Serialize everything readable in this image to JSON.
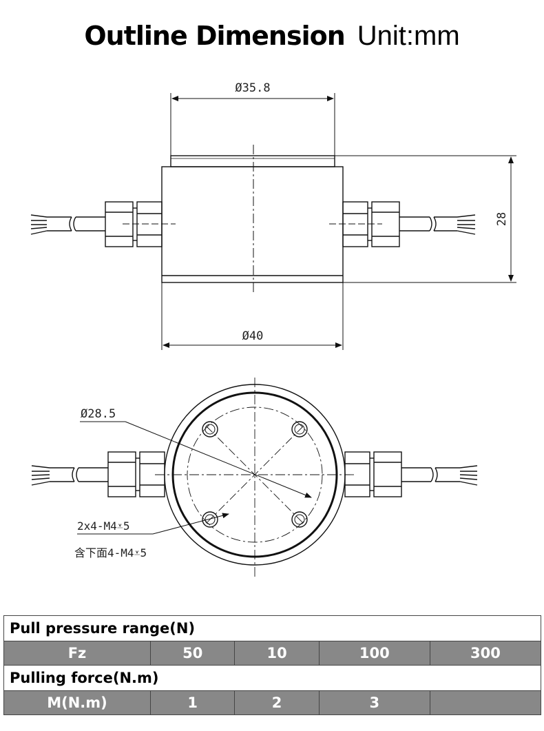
{
  "header": {
    "title_bold": "Outline Dimension",
    "title_unit": "Unit:mm"
  },
  "front_view": {
    "top_diameter": "Ø35.8",
    "bottom_diameter": "Ø40",
    "height": "28"
  },
  "top_view": {
    "bolt_circle": "Ø28.5",
    "hole_note_1": "2x4-M4⩡5",
    "hole_note_2": "含下面4-M4⩡5"
  },
  "spec_table": {
    "row1_label": "Pull pressure range(N)",
    "fz": {
      "label": "Fz",
      "values": [
        "50",
        "10",
        "100",
        "300"
      ]
    },
    "row3_label": "Pulling force(N.m)",
    "m": {
      "label": "M(N.m)",
      "values": [
        "1",
        "2",
        "3",
        ""
      ]
    }
  },
  "colors": {
    "value_row_bg": "#888888",
    "line": "#111111"
  }
}
